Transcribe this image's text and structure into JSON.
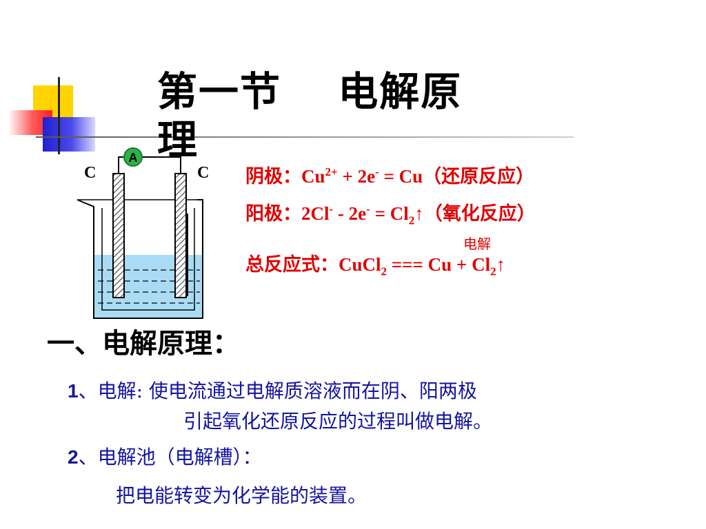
{
  "title": {
    "line1": "第一节　 电解原",
    "line2": "理"
  },
  "apparatus": {
    "ammeter_label": "A",
    "left_electrode": "C",
    "right_electrode": "C",
    "colors": {
      "solution": "#a9dcf4",
      "electrode": "#c8c8c8",
      "ammeter": "#2ab24a"
    }
  },
  "equations": {
    "cathode": {
      "label": "阴极：",
      "species1": "Cu",
      "charge1": "2+",
      "mid": " + 2e",
      "charge2": "-",
      "rest": "  =  Cu",
      "note": "（还原反应）"
    },
    "anode": {
      "label": "阳极：",
      "species1": "2Cl",
      "charge1": "-",
      "mid": " - 2e",
      "charge2": "-",
      "rest": "  =  Cl",
      "sub": "2",
      "arrow": "↑",
      "note": "（氧化反应）"
    },
    "total": {
      "label": "总反应式：",
      "reactant": "CuCl",
      "sub1": "2",
      "condition": "电解",
      "arrow_sign": " === ",
      "product": "Cu + Cl",
      "sub2": "2",
      "arrow": "↑"
    }
  },
  "section": {
    "heading": "一、电解原理：",
    "items": [
      {
        "num": "1",
        "sep": "、",
        "term": "电解:",
        "line1": " 使电流通过电解质溶液而在阴、阳两极",
        "line2": "引起氧化还原反应的过程叫做电解。"
      },
      {
        "num": "2",
        "sep": "、",
        "term": "电解池（电解槽）：",
        "line1": "把电能转变为化学能的装置。"
      }
    ]
  },
  "colors": {
    "equation": "#e00000",
    "body_text": "#1414a0",
    "title": "#000000"
  }
}
